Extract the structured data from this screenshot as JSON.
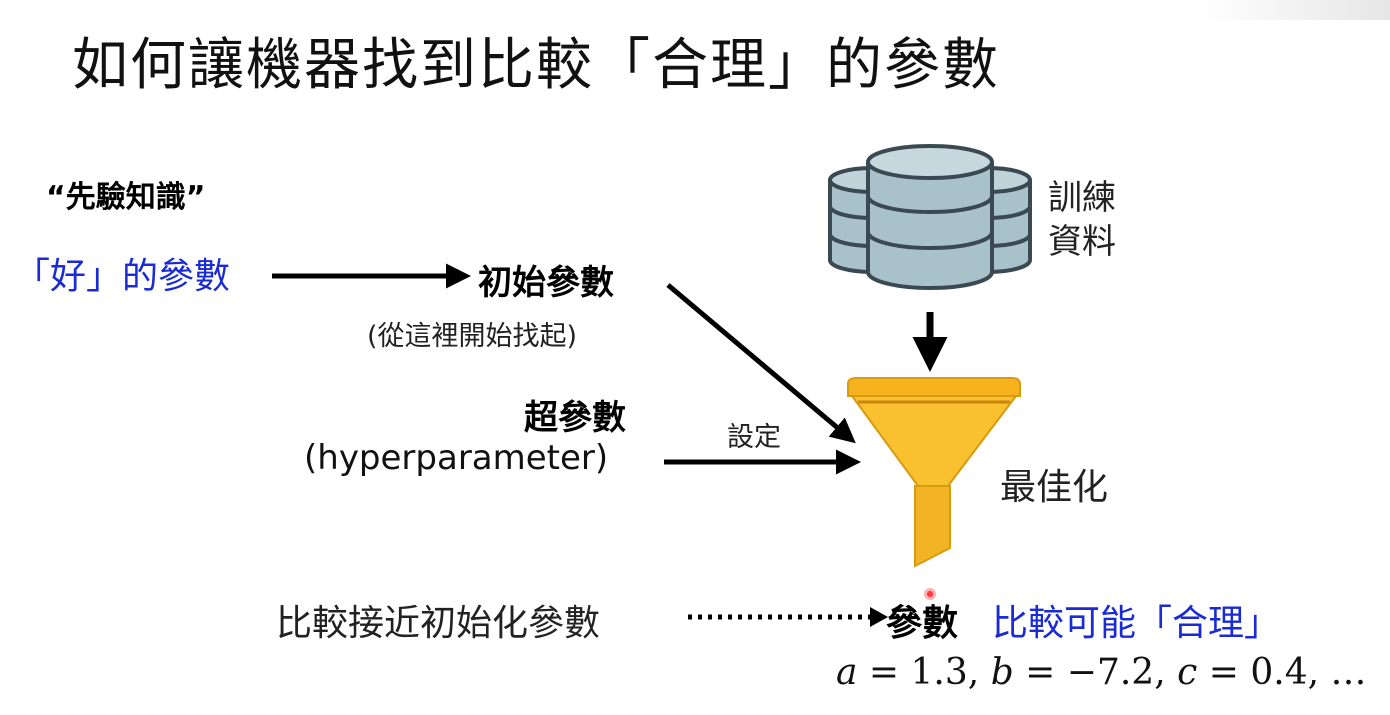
{
  "title": "如何讓機器找到比較「合理」的參數",
  "prior_knowledge": "“先驗知識”",
  "good_params": "「好」的參數",
  "initial_params": {
    "label": "初始參數",
    "sub": "(從這裡開始找起)"
  },
  "hyperparams": {
    "label": "超參數",
    "sub": "(hyperparameter)",
    "set_label": "設定"
  },
  "training_data": [
    "訓練",
    "資料"
  ],
  "optimization": "最佳化",
  "closer_to_init": "比較接近初始化參數",
  "output_params": "參數",
  "more_reasonable": "比較可能「合理」",
  "equation": {
    "a_var": "a",
    "a_val": "1.3",
    "b_var": "b",
    "b_val": "−7.2",
    "c_var": "c",
    "c_val": "0.4",
    "ellipsis": "…"
  },
  "colors": {
    "blue_text": "#1a2bd6",
    "db_fill": "#a9c2c9",
    "db_stroke": "#3b4a52",
    "funnel_fill": "#f9c02f",
    "funnel_stroke": "#d79b12",
    "funnel_stem": "#f2b424"
  },
  "icons": [
    "database-icon",
    "funnel-icon"
  ]
}
